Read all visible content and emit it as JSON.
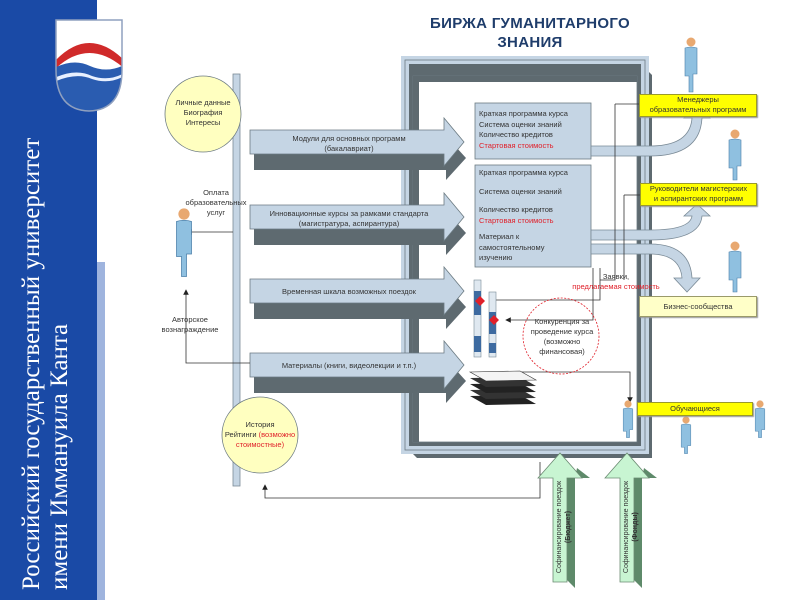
{
  "slide": {
    "title_line1": "БИРЖА ГУМАНИТАРНОГО",
    "title_line2": "ЗНАНИЯ",
    "university_line1": "Российский государственный университет",
    "university_line2": "имени Иммануила Канта",
    "colors": {
      "brand_blue": "#1a4aa6",
      "highlight_yellow": "#ffff00",
      "pale_yellow": "#ffffc8",
      "accent_red": "#e0202a",
      "arrow_fill": "#c5d5e4",
      "funding_green": "#c8f5d2"
    }
  },
  "left_circles": {
    "top": [
      "Личные данные",
      "Биография",
      "Интересы"
    ],
    "bottom_line1": "История",
    "bottom_line2_prefix": "Рейтинги ",
    "bottom_line2_red": "(возможно",
    "bottom_line3_red": "стоимостные)"
  },
  "left_labels": {
    "payment": [
      "Оплата",
      "образовательных",
      "услуг"
    ],
    "author_reward": [
      "Авторское",
      "вознаграждение"
    ]
  },
  "input_arrows": [
    {
      "line1": "Модули для основных программ",
      "line2": "(бакалавриат)"
    },
    {
      "line1": "Инновационные курсы за рамками стандарта",
      "line2": "(магистратура, аспирантура)"
    },
    {
      "line1": "Временная шкала возможных поездок",
      "line2": ""
    },
    {
      "line1": "Материалы (книги, видеолекции и т.п.)",
      "line2": ""
    }
  ],
  "course_boxes": [
    {
      "lines": [
        "Краткая программа курса",
        "Система оценки знаний",
        "Количество кредитов"
      ],
      "red_line": "Стартовая стоимость"
    },
    {
      "lines": [
        "Краткая программа курса",
        "Система оценки знаний",
        "Количество кредитов"
      ],
      "red_line": "Стартовая стоимость",
      "extra": [
        "Материал к",
        "самостоятельному",
        "изучению"
      ]
    }
  ],
  "bids_label": {
    "line1": "Заявки,",
    "line2_red": "предлагаемая стоимость"
  },
  "competition": [
    "Конкуренция за",
    "проведение курса",
    "(возможно",
    "финансовая)"
  ],
  "audiences": [
    {
      "lines": [
        "Менеджеры",
        "образовательных программ"
      ],
      "style": "yellow"
    },
    {
      "lines": [
        "Руководители магистерских",
        "и аспирантских программ"
      ],
      "style": "yellow"
    },
    {
      "lines": [
        "Бизнес-сообщества"
      ],
      "style": "pale"
    },
    {
      "lines": [
        "Обучающиеся"
      ],
      "style": "yellow"
    }
  ],
  "funding_arrows": [
    {
      "line1": "Софинансирование поездок",
      "line2": "(Бюджет)"
    },
    {
      "line1": "Софинансирование поездок",
      "line2": "(Фонды)"
    }
  ]
}
